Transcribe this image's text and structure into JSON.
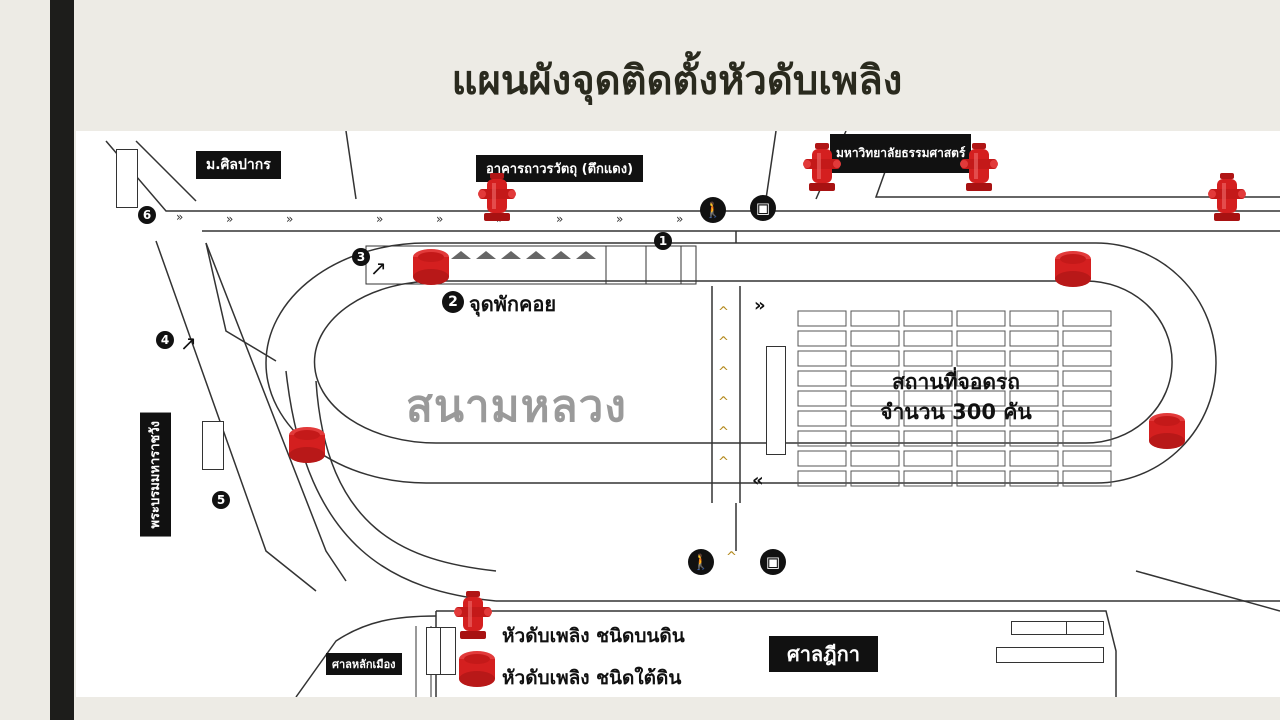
{
  "slide": {
    "title": "แผนผังจุดติดตั้งหัวดับเพลิง"
  },
  "map": {
    "field_name": "สนามหลวง",
    "parking_line1": "สถานที่จอดรถ",
    "parking_line2": "จำนวน 300 คัน",
    "rest_point": "จุดพักคอย",
    "rest_number": "2",
    "labels": {
      "silpakorn": "ม.ศิลปากร",
      "kaewkaew": "อาคารถาวรวัตถุ (ตึกแดง)",
      "thammasat": "มหาวิทยาลัยธรรมศาสตร์",
      "phrabat": "พระบรมมหาราชวัง",
      "sala_lak_muang": "ศาลหลักเมือง",
      "sala_dika": "ศาลฎีกา"
    },
    "numbers": [
      "1",
      "3",
      "4",
      "5",
      "6"
    ]
  },
  "legend": {
    "above_ground": "หัวดับเพลิง ชนิดบนดิน",
    "underground": "หัวดับเพลิง ชนิดใต้ดิน"
  },
  "colors": {
    "hydrant_red": "#d41f1f",
    "sidebar": "#1d1d1b",
    "slide_bg": "#edebe5"
  },
  "icons": [
    "pedestrian-icon",
    "car-icon",
    "stairs-icon",
    "fire-hydrant-icon",
    "underground-hydrant-icon"
  ]
}
